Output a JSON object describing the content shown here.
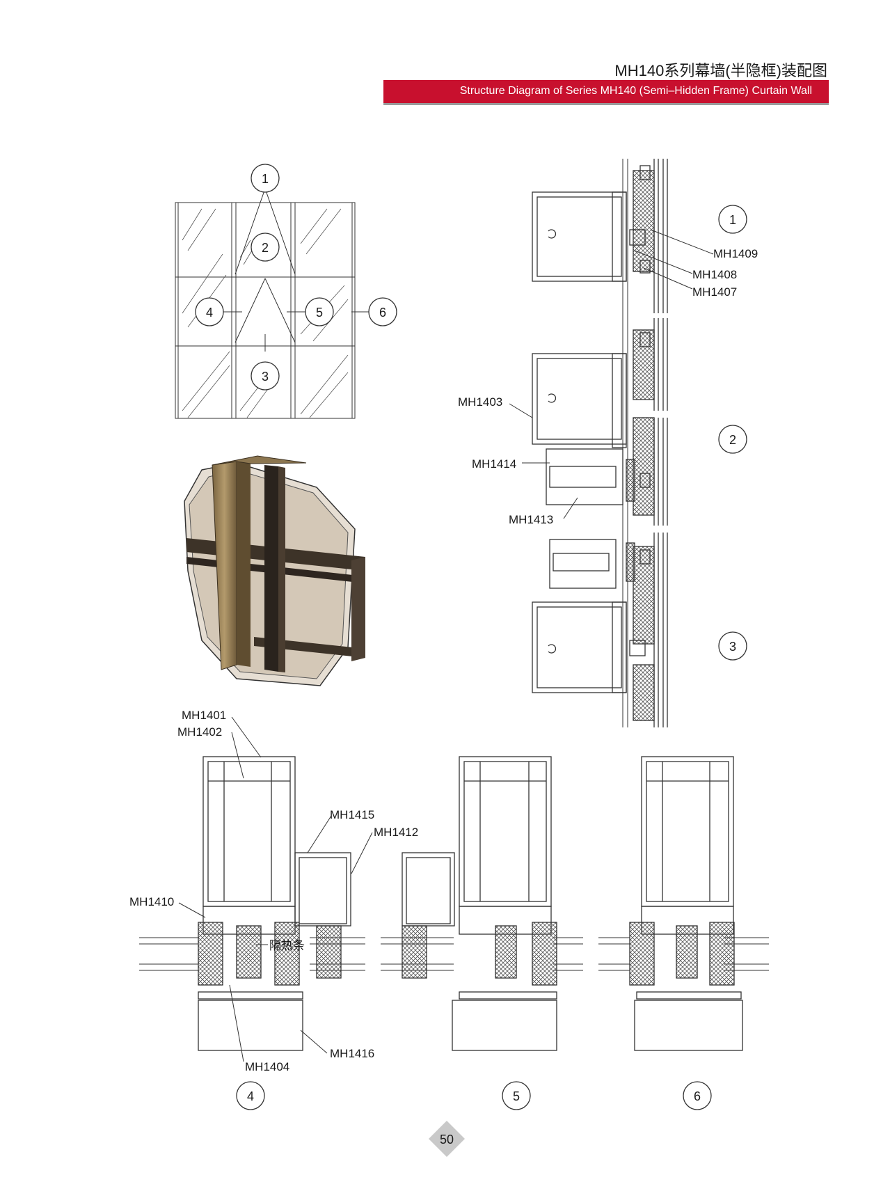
{
  "header": {
    "title_cn": "MH140系列幕墙(半隐框)装配图",
    "title_en": "Structure Diagram of Series MH140 (Semi–Hidden Frame) Curtain Wall"
  },
  "elevation": {
    "markers": [
      "1",
      "2",
      "3",
      "4",
      "5",
      "6"
    ]
  },
  "vertical_section": {
    "markers": [
      "1",
      "2",
      "3"
    ],
    "parts": [
      "MH1409",
      "MH1408",
      "MH1407",
      "MH1403",
      "MH1414",
      "MH1413"
    ]
  },
  "horizontal_section": {
    "markers": [
      "4",
      "5",
      "6"
    ],
    "parts": [
      "MH1401",
      "MH1402",
      "MH1415",
      "MH1412",
      "MH1410",
      "MH1416",
      "MH1404"
    ],
    "thermal_break_label": "隔热条"
  },
  "page_number": "50",
  "colors": {
    "accent_red": "#c8102e",
    "line": "#333333"
  }
}
